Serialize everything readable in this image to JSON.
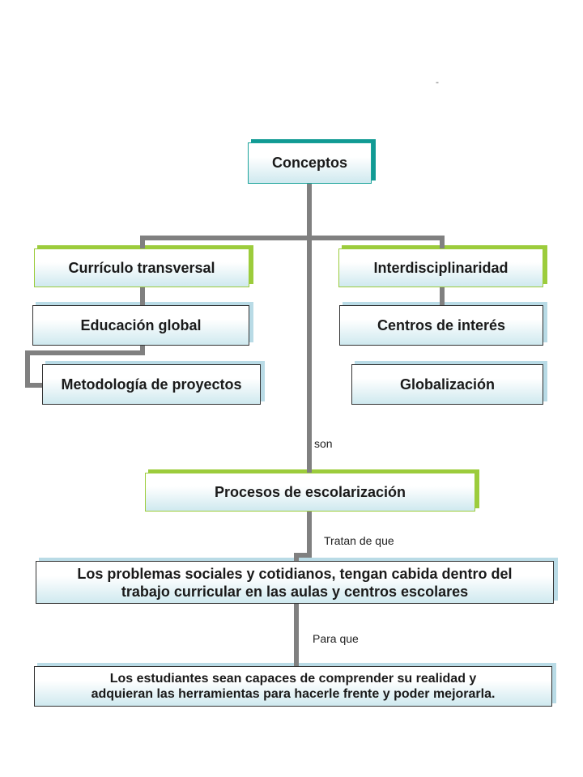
{
  "diagram": {
    "stray_mark": "-",
    "root": "Conceptos",
    "left": {
      "title": "Currículo transversal",
      "child1": "Educación global",
      "child2": "Metodología de proyectos"
    },
    "right": {
      "title": "Interdisciplinaridad",
      "child1": "Centros de interés",
      "child2": "Globalización"
    },
    "edge_son": "son",
    "process": "Procesos de escolarización",
    "edge_tratan": "Tratan de que",
    "problems": "Los problemas sociales y cotidianos, tengan cabida dentro del trabajo curricular en las aulas y centros escolares",
    "edge_para": "Para que",
    "students": "Los estudiantes sean capaces de comprender su realidad y adquieran las herramientas para hacerle frente y poder mejorarla."
  },
  "colors": {
    "connector": "#808080",
    "green_accent": "#9ccc3c",
    "teal_accent": "#119a94",
    "node_gradient_end": "#cfe9ef"
  }
}
